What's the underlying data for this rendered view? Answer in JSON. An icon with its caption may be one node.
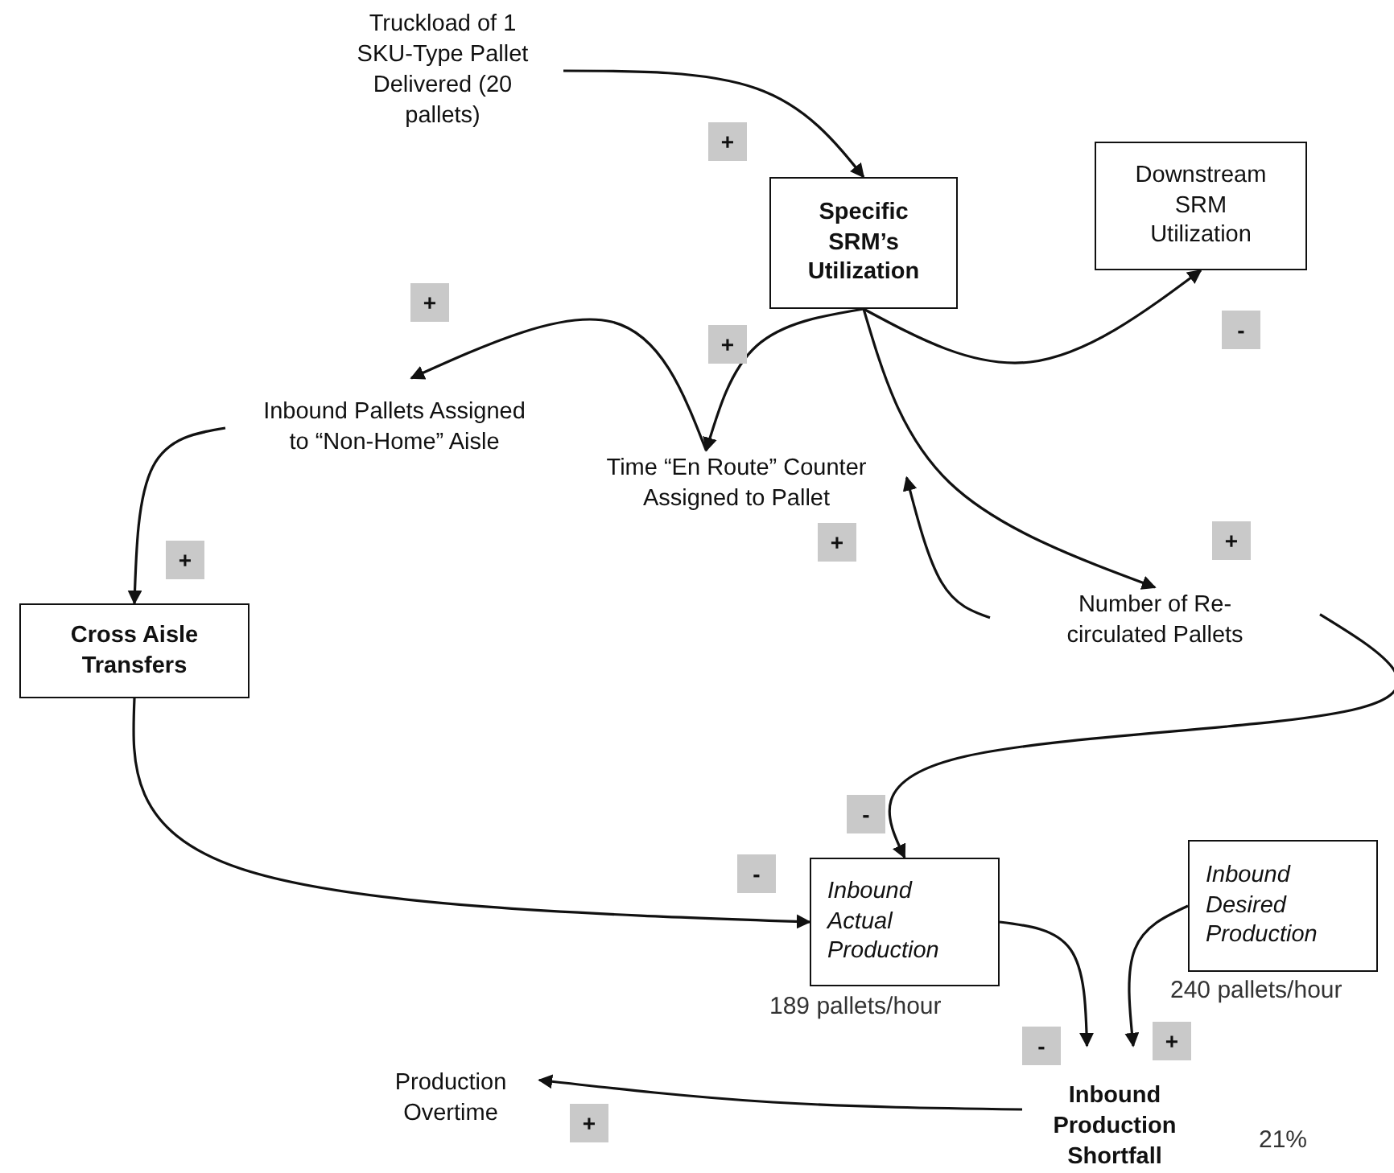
{
  "diagram": {
    "nodes": [
      {
        "text": [
          "Truckload of 1 SKU-Type Pallet Delivered (20 pallets)"
        ]
      },
      {
        "text": [
          "Specific SRM’s Utilization"
        ]
      },
      {
        "text": [
          "Downstream SRM Utilization"
        ]
      },
      {
        "text": [
          "Inbound Pallets Assigned to “Non-Home” Aisle"
        ]
      },
      {
        "text": [
          "Time “En Route” Counter Assigned to Pallet"
        ]
      },
      {
        "text": [
          "Number of Re-circulated Pallets"
        ]
      },
      {
        "text": [
          "Cross Aisle Transfers"
        ]
      },
      {
        "text": [
          "Inbound Actual Production"
        ],
        "beside": [
          "189 pallets/hour"
        ]
      },
      {
        "text": [
          "Inbound Desired Production"
        ],
        "beside": [
          "240 pallets/hour"
        ]
      },
      {
        "text": [
          "Inbound Production Shortfall"
        ],
        "beside": [
          "21%"
        ]
      },
      {
        "text": [
          "Production Overtime"
        ]
      }
    ],
    "edges": [
      {
        "from": 0,
        "to": 1,
        "arrow": "to",
        "label": "+"
      },
      {
        "from": 1,
        "to": 2,
        "arrow": "to",
        "label": "-"
      },
      {
        "from": 1,
        "to": 4,
        "arrow": "to",
        "label": "+"
      },
      {
        "from": 4,
        "to": 3,
        "arrow": "to",
        "label": "+"
      },
      {
        "from": 1,
        "to": 5,
        "arrow": "to",
        "label": "+"
      },
      {
        "from": 5,
        "to": 4,
        "arrow": "to",
        "label": "+"
      },
      {
        "from": 3,
        "to": 6,
        "arrow": "to",
        "label": "+"
      },
      {
        "from": 6,
        "to": 7,
        "arrow": "to",
        "label": "-"
      },
      {
        "from": 5,
        "to": 7,
        "arrow": "to",
        "label": "-"
      },
      {
        "from": 7,
        "to": 9,
        "arrow": "to",
        "label": "-"
      },
      {
        "from": 8,
        "to": 9,
        "arrow": "to",
        "label": "+"
      },
      {
        "from": 9,
        "to": 10,
        "arrow": "to",
        "label": "+"
      }
    ]
  }
}
